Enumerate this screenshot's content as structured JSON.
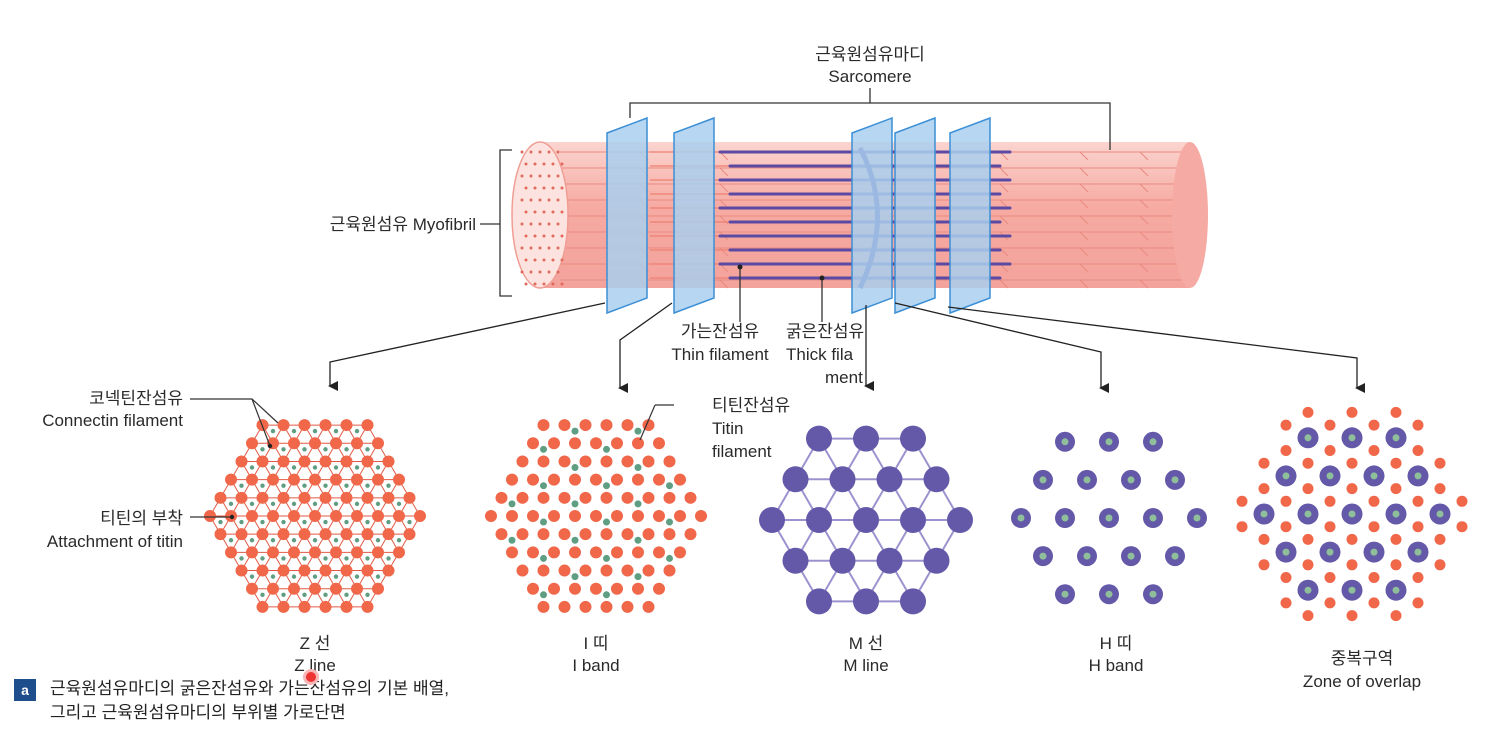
{
  "labels": {
    "sarcomere_ko": "근육원섬유마디",
    "sarcomere_en": "Sarcomere",
    "myofibril": "근육원섬유 Myofibril",
    "thin_ko": "가는잔섬유",
    "thin_en": "Thin filament",
    "thick_ko": "굵은잔섬유",
    "thick_en_1": "Thick fila",
    "thick_en_2": "ment",
    "connectin_ko": "코넥틴잔섬유",
    "connectin_en": "Connectin filament",
    "titin_attach_ko": "티틴의 부착",
    "titin_attach_en": "Attachment of titin",
    "titin_ko": "티틴잔섬유",
    "titin_en_1": "Titin",
    "titin_en_2": "filament"
  },
  "panels": [
    {
      "ko": "Z 선",
      "en": "Z line"
    },
    {
      "ko": "I 띠",
      "en": "I band"
    },
    {
      "ko": "M 선",
      "en": "M line"
    },
    {
      "ko": "H 띠",
      "en": "H band"
    },
    {
      "ko": "중복구역",
      "en": "Zone of overlap"
    }
  ],
  "caption": {
    "badge": "a",
    "line1": "근육원섬유마디의 굵은잔섬유와 가는잔섬유의 기본 배열,",
    "line2": "그리고 근육원섬유마디의 부위별 가로단면"
  },
  "colors": {
    "actin": "#f0674a",
    "myosin": "#6459a8",
    "myosin_core": "#8fbf9a",
    "titin": "#5f9e82",
    "cylinder": "#f6b4ad",
    "plane": "#a9cfee",
    "plane_edge": "#3b8fd6"
  }
}
